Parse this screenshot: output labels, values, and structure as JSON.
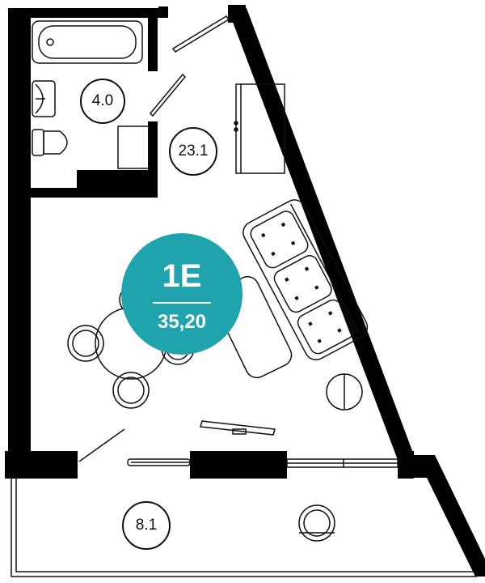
{
  "apartment": {
    "code": "1E",
    "total_area": "35,20",
    "badge_color": "#1fa3ad"
  },
  "rooms": {
    "bathroom_area": "4.0",
    "living_area": "23.1",
    "balcony_area": "8.1"
  },
  "colors": {
    "wall": "#000000",
    "line": "#111111",
    "background": "#ffffff"
  }
}
